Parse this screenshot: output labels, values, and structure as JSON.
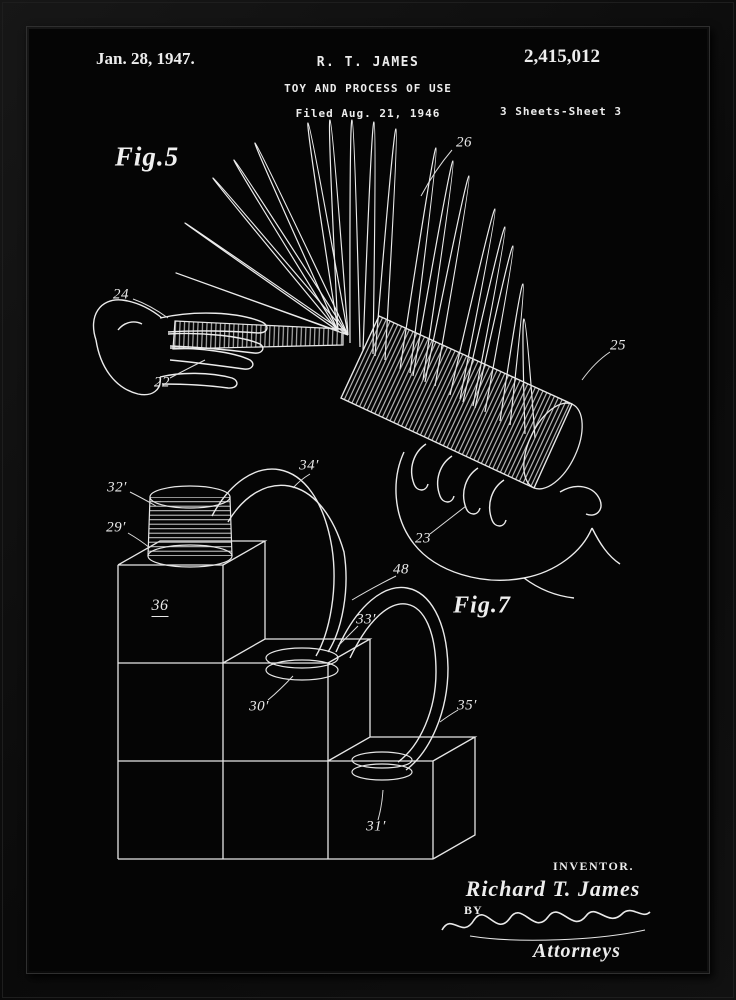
{
  "header": {
    "date": "Jan. 28, 1947.",
    "inventor_name": "R. T. JAMES",
    "patent_number": "2,415,012",
    "invention_title": "TOY AND PROCESS OF USE",
    "filed": "Filed Aug. 21, 1946",
    "sheet_info": "3 Sheets-Sheet 3"
  },
  "figures": {
    "fig5": "Fig.5",
    "fig7": "Fig.7"
  },
  "part_labels": {
    "n26": "26",
    "n24": "24",
    "n22": "22",
    "n25": "25",
    "n23": "23",
    "n32": "32′",
    "n34": "34′",
    "n29": "29′",
    "n48": "48",
    "n36": "36",
    "n33": "33′",
    "n30": "30′",
    "n35": "35′",
    "n31": "31′"
  },
  "signature_block": {
    "inventor_caption": "INVENTOR.",
    "inventor_signature": "Richard T. James",
    "by_label": "BY",
    "attorneys_label": "Attorneys"
  },
  "colors": {
    "poster_background": "#050505",
    "frame": "#121212",
    "ink": "#ededed"
  }
}
